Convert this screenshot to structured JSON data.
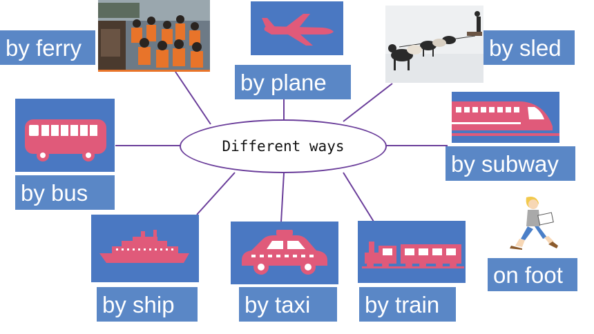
{
  "center": {
    "label": "Different ways"
  },
  "items": [
    {
      "id": "ferry",
      "label": "by ferry",
      "icon": "ferry-photo-icon"
    },
    {
      "id": "plane",
      "label": "by plane",
      "icon": "plane-icon"
    },
    {
      "id": "sled",
      "label": "by sled",
      "icon": "dog-sled-photo-icon"
    },
    {
      "id": "bus",
      "label": "by bus",
      "icon": "bus-icon"
    },
    {
      "id": "subway",
      "label": "by subway",
      "icon": "subway-train-icon"
    },
    {
      "id": "ship",
      "label": "by ship",
      "icon": "ship-icon"
    },
    {
      "id": "taxi",
      "label": "by taxi",
      "icon": "taxi-icon"
    },
    {
      "id": "train",
      "label": "by train",
      "icon": "steam-train-icon"
    },
    {
      "id": "foot",
      "label": "on foot",
      "icon": "walking-girl-icon"
    }
  ],
  "colors": {
    "tile": "#4a78c2",
    "label_bg": "#5a87c6",
    "icon": "#e05a7a",
    "connector": "#6a3d9a"
  }
}
